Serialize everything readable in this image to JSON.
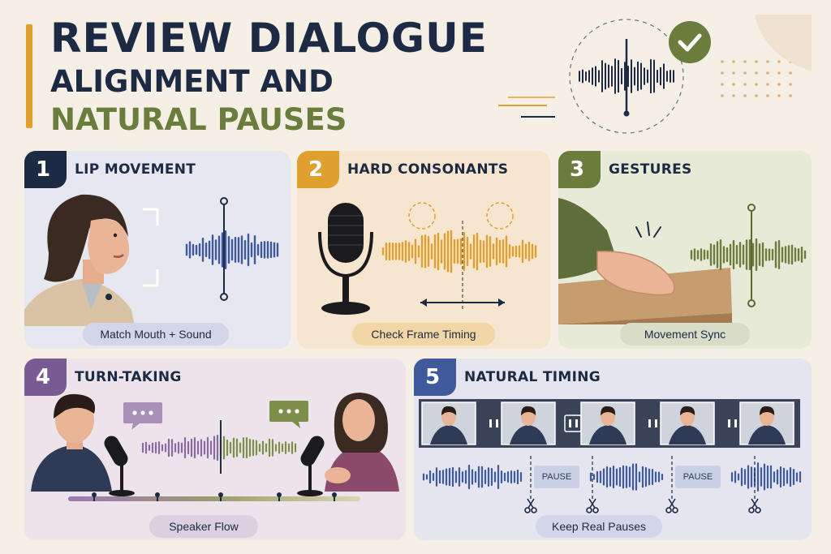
{
  "title": {
    "line1": "REVIEW DIALOGUE",
    "line2": "ALIGNMENT AND",
    "line3": "NATURAL PAUSES"
  },
  "colors": {
    "navy": "#1d2a44",
    "gold": "#e0a030",
    "olive": "#6b7d3c",
    "purple": "#7a5a93",
    "blue": "#3e5a9a"
  },
  "icons": [
    "check-icon",
    "microphone-icon",
    "speech-bubble-icon",
    "scissors-icon",
    "pause-icon"
  ],
  "panels": [
    {
      "number": "1",
      "title": "LIP MOVEMENT",
      "caption": "Match Mouth + Sound"
    },
    {
      "number": "2",
      "title": "HARD CONSONANTS",
      "caption": "Check Frame Timing"
    },
    {
      "number": "3",
      "title": "GESTURES",
      "caption": "Movement Sync"
    },
    {
      "number": "4",
      "title": "TURN-TAKING",
      "caption": "Speaker Flow"
    },
    {
      "number": "5",
      "title": "NATURAL TIMING",
      "caption": "Keep Real Pauses"
    }
  ],
  "pause_labels": [
    "PAUSE",
    "PAUSE"
  ]
}
